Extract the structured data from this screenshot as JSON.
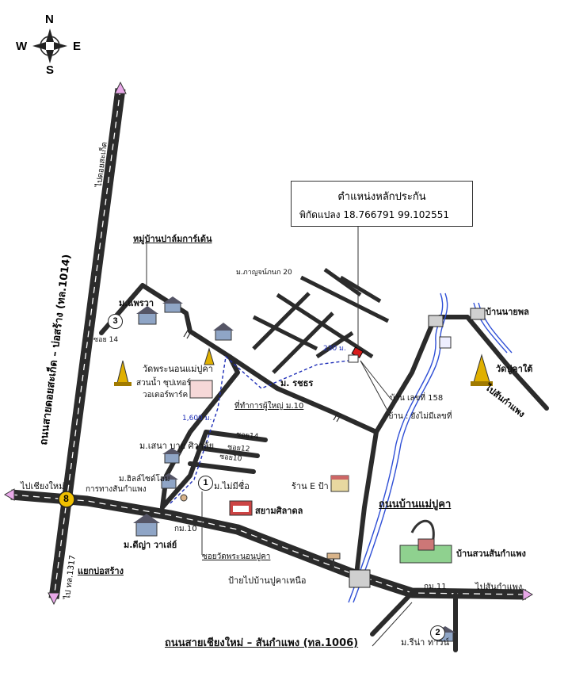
{
  "compass": {
    "n": "N",
    "s": "S",
    "e": "E",
    "w": "W"
  },
  "info_box": {
    "title": "ตำแหน่งหลักประกัน",
    "coord_label": "พิกัดแปลง",
    "coordinates": "18.766791 99.102551"
  },
  "roads": {
    "vertical_main": "ถนนสายดอยสะเก็ด – บ่อสร้าง (ทล.1014)",
    "horizontal_main": "ถนนสายเชียงใหม่ – สันกำแพง (ทล.1006)",
    "ban_mae_puka": "ถนนบ้านแม่ปูคา"
  },
  "labels": {
    "to_doi_saket": "ไปดอยสะเก็ด",
    "to_chiang_mai": "ไปเชียงใหม่",
    "to_hwy_1317": "ไป ทล.1317",
    "to_san_kamphaeng": "ไปสันกำแพง",
    "to_san_kamphaeng_2": "ไปสันกำแพง",
    "bo_sang_junction": "แยกบ่อสร้าง",
    "mu_ban_palm_garden": "หมู่บ้านปาล์มการ์เด้น",
    "mae_phrao": "ม.แพรวา",
    "soi_14": "ซอย 14",
    "pakan_20": "ม.ภาญจน์ภนก 20",
    "wat_phra_non": "วัดพระนอนแม่ปูคา",
    "water_park_1": "สวนน้ำ ซุปเทอร์",
    "water_park_2": "วอเตอร์พาร์ค",
    "ratchada": "ม. รชธร",
    "village_head": "ที่ทำการผู้ใหญ่ ม.10",
    "soi_14b": "ซอย14",
    "soi_12": "ซอย12",
    "soi_10": "ซอย10",
    "dist_1600": "1,600 ม.",
    "dist_230": "230 ม.",
    "ban_158": "บ้าน เลขที่ 158",
    "ban_no_number": "บ้าน : ยังไม่มีเลขที่",
    "ban_nai_phon": "บ้านนายพล",
    "wat_puka_tai": "วัดปูคาใต้",
    "sena_by_siri": "ม.เสนา บาย ศิวาลัย",
    "hill_side": "ม.ฮิลล์ไซด์โฮม",
    "san_kamphaeng_way": "การทางสันกำแพง",
    "dee_na": "ม.ดีญ่า วาเล่ย์",
    "mai_mee_chue": "ม.ไม่มีชื่อ",
    "km_10": "กม.10",
    "siam_sila": "สยามศิลาดล",
    "ran_e_pa": "ร้าน E ป้า",
    "soi_wat_phra": "ซอยวัดพระนอนปูคา",
    "sign_puka_nuea": "ป้ายไปบ้านปูคาเหนือ",
    "ban_suan_san": "บ้านสวนสันกำแพง",
    "km_11": "กม.11",
    "marina_town": "ม.รีน่า ทาวน์"
  },
  "markers": {
    "m1": "1",
    "m2": "2",
    "m3": "3",
    "m8": "8"
  },
  "colors": {
    "road": "#2b2b2b",
    "river": "#2f4fd6",
    "route": "#1f2fb8",
    "highlight": "#d81b1b",
    "arrow": "#e8a8e8"
  },
  "icons": [
    "compass-icon",
    "highway-8-sign-icon",
    "house-icon",
    "temple-icon",
    "shop-icon",
    "bridge-icon",
    "location-pin-icon",
    "building-icon"
  ]
}
